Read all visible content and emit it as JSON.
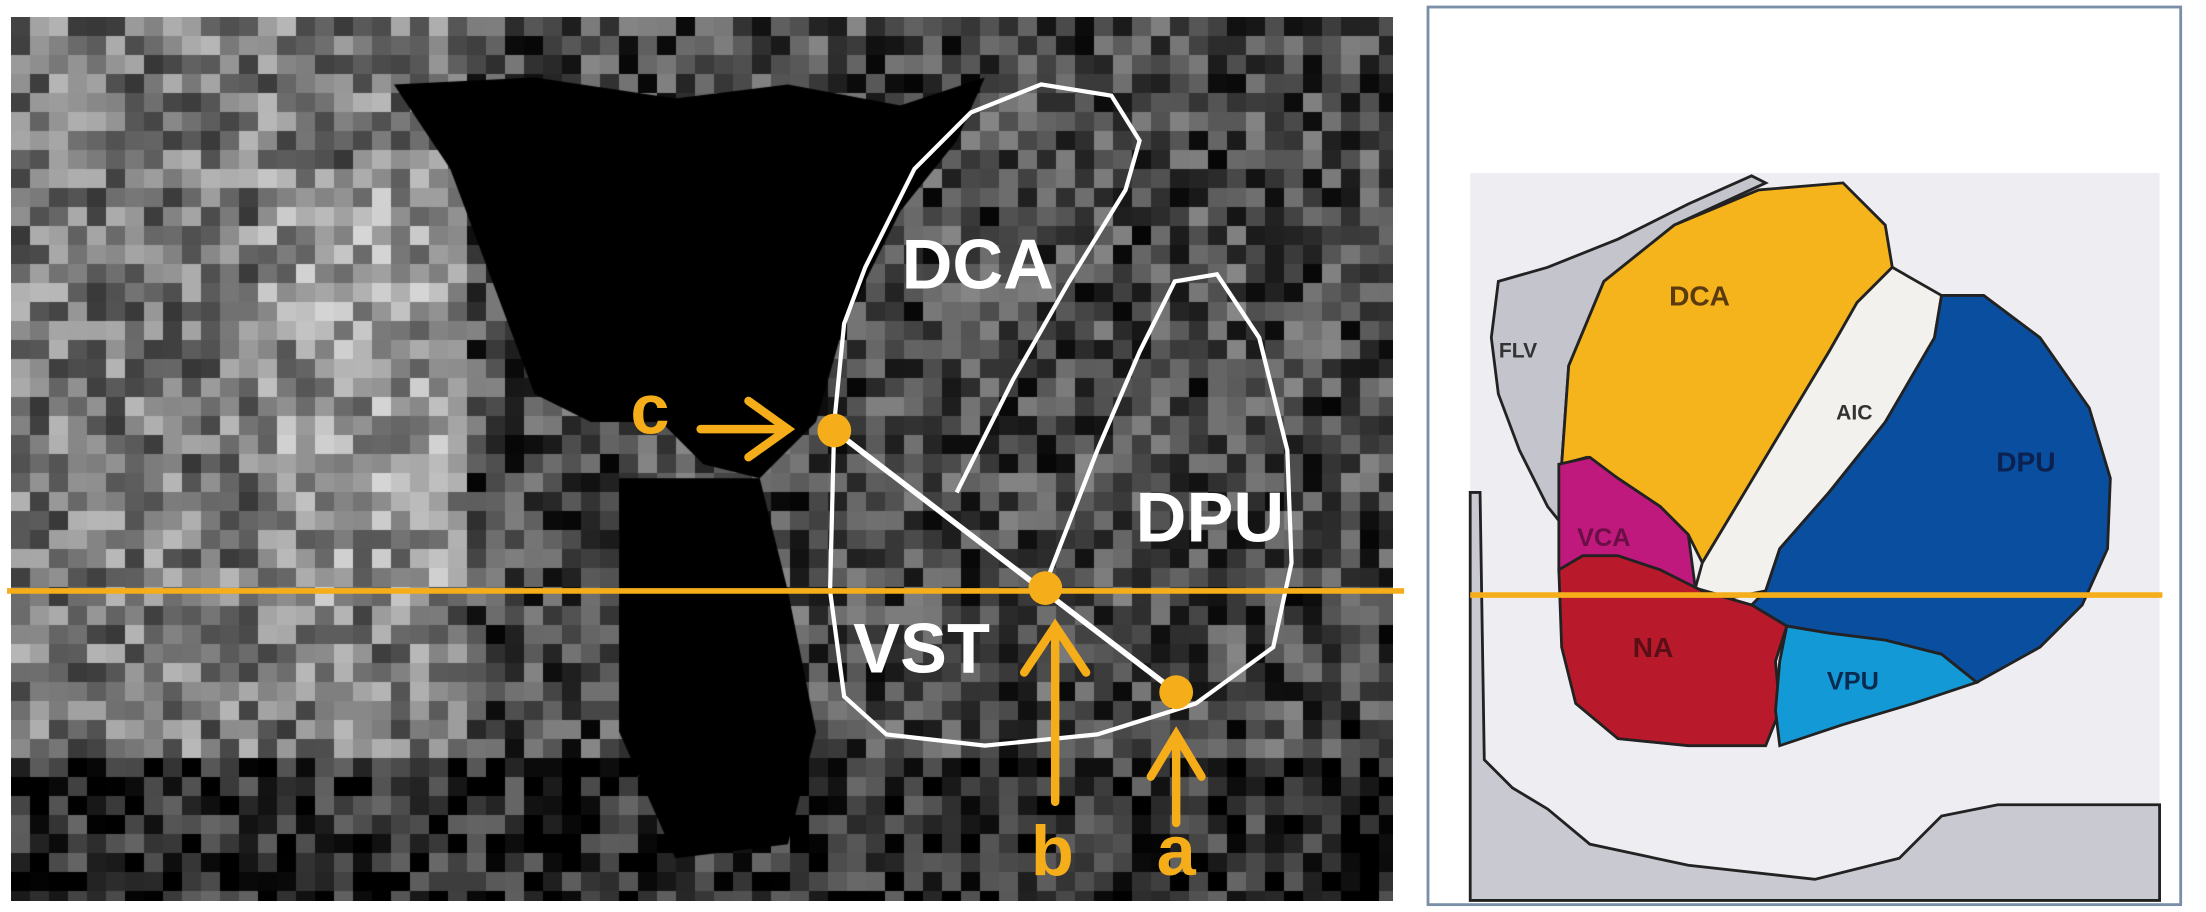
{
  "left_panel": {
    "regions": {
      "dca": "DCA",
      "dpu": "DPU",
      "vst": "VST"
    },
    "points": {
      "a": "a",
      "b": "b",
      "c": "c"
    }
  },
  "right_panel": {
    "regions": {
      "dca": "DCA",
      "flv": "FLV",
      "aic": "AIC",
      "dpu": "DPU",
      "vca": "VCA",
      "na": "NA",
      "vpu": "VPU"
    }
  },
  "colors": {
    "marker": "#f5ae1a",
    "dca": "#f5b41c",
    "flv": "#c4c4cc",
    "aic": "#f3f1ee",
    "dpu": "#0a4ea0",
    "vca": "#c0197e",
    "na": "#b81a2b",
    "vpu": "#1399d6"
  }
}
